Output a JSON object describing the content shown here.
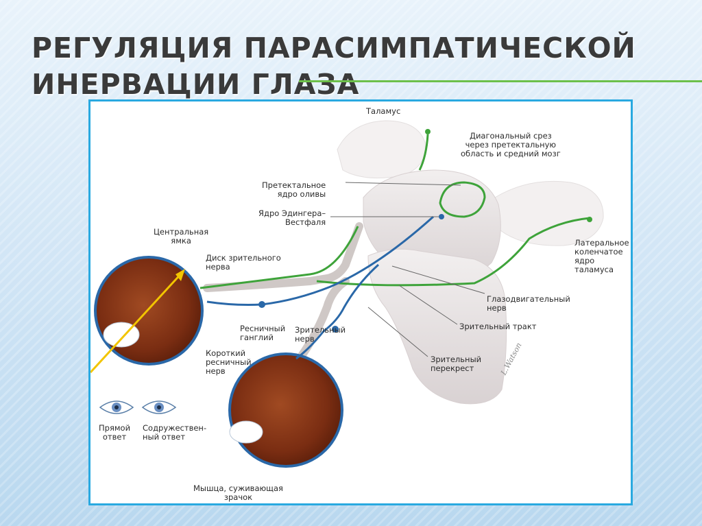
{
  "slide": {
    "title_line1": "РЕГУЛЯЦИЯ  ПАРАСИМПАТИЧЕСКОЙ",
    "title_line2": "ИНЕРВАЦИИ ГЛАЗА"
  },
  "labels": {
    "thalamus": "Таламус",
    "diagonal_cut": "Диагональный срез\nчерез претектальную\nобласть и средний мозг",
    "pretectal": "Претектальное\nядро оливы",
    "edinger": "Ядро Эдингера–\nВестфаля",
    "fovea": "Центральная\nямка",
    "optic_disc": "Диск зрительного\nнерва",
    "lateral_geniculate": "Латеральное\nколенчатое\nядро таламуса",
    "oculomotor": "Глазодвигательный\nнерв",
    "optic_tract": "Зрительный тракт",
    "ciliary_ganglion": "Ресничный\nганглий",
    "optic_nerve": "Зрительный\nнерв",
    "short_ciliary": "Короткий\nресничный\nнерв",
    "chiasm": "Зрительный\nперекрест",
    "direct_response": "Прямой\nответ",
    "consensual_response": "Содружествен-\nный ответ",
    "sphincter": "Мышца, суживающая\nзрачок"
  },
  "icons": {
    "arrow_light": "yellow-arrow",
    "eye": "eye-icon"
  },
  "colors": {
    "afferent_pathway": "#3ea33a",
    "efferent_pathway": "#2a68a8",
    "light_ray": "#f2c500",
    "frame": "#29a9e0",
    "title_accent": "#6cc04a"
  }
}
